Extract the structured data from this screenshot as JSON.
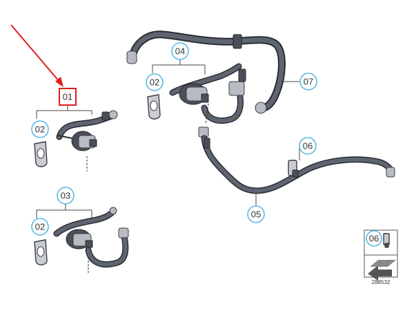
{
  "callouts": {
    "c01": "01",
    "c02a": "02",
    "c02b": "02",
    "c02c": "02",
    "c03": "03",
    "c04": "04",
    "c05": "05",
    "c06a": "06",
    "c06b": "06",
    "c07": "07"
  },
  "diagram_id": "288532",
  "colors": {
    "callout_stroke": "#5bb8e6",
    "highlight": "#e01b1b",
    "hose": "#5f6570"
  }
}
